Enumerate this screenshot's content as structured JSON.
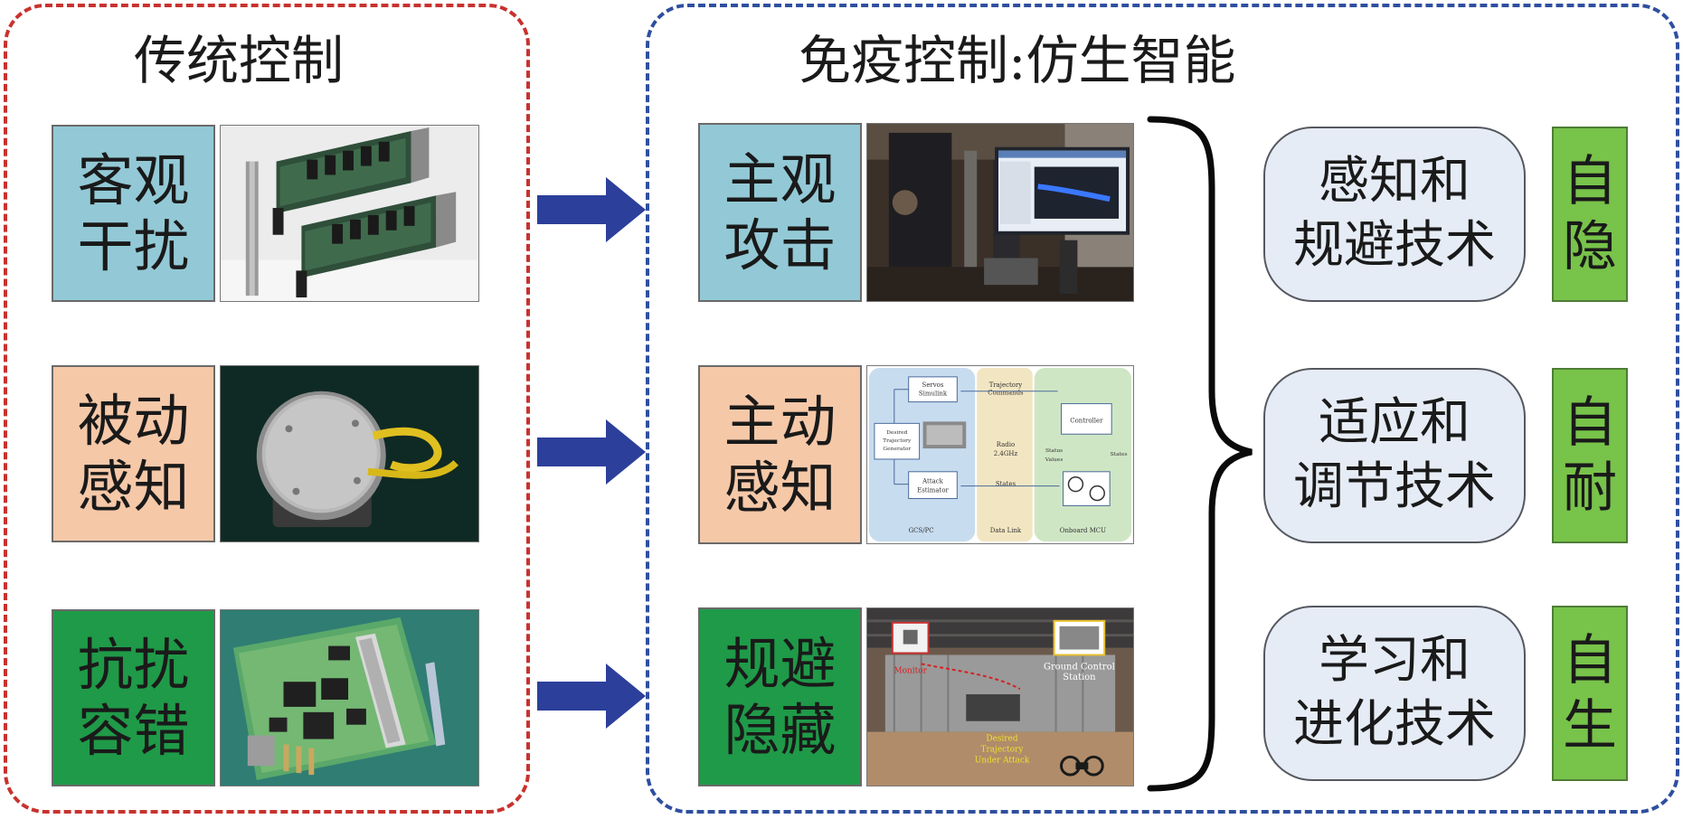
{
  "colors": {
    "left_border": "#c8322e",
    "right_border": "#2f4f9f",
    "label_blue": "#93c9d6",
    "label_peach": "#f5c8a8",
    "label_green": "#1f9a48",
    "arrow": "#2c3f9a",
    "tech_fill": "#e6ecf5",
    "auto_fill": "#78c34a"
  },
  "left": {
    "title": "传统控制",
    "rows": [
      {
        "label_line1": "客观",
        "label_line2": "干扰",
        "image": "circuit-boards-photo"
      },
      {
        "label_line1": "被动",
        "label_line2": "感知",
        "image": "sensor-device-photo"
      },
      {
        "label_line1": "抗扰",
        "label_line2": "容错",
        "image": "pcb-board-photo"
      }
    ]
  },
  "right": {
    "title": "免疫控制:仿生智能",
    "rows": [
      {
        "label_line1": "主观",
        "label_line2": "攻击",
        "image": "lab-computer-photo"
      },
      {
        "label_line1": "主动",
        "label_line2": "感知",
        "image": "system-block-diagram"
      },
      {
        "label_line1": "规避",
        "label_line2": "隐藏",
        "image": "drone-lab-photo"
      }
    ],
    "techs": [
      {
        "line1": "感知和",
        "line2": "规避技术",
        "auto1": "自",
        "auto2": "隐"
      },
      {
        "line1": "适应和",
        "line2": "调节技术",
        "auto1": "自",
        "auto2": "耐"
      },
      {
        "line1": "学习和",
        "line2": "进化技术",
        "auto1": "自",
        "auto2": "生"
      }
    ]
  },
  "diagram_block": {
    "servo": "Servos",
    "simulink": "Simulink",
    "trajectory": "Trajectory",
    "commands": "Commands",
    "controller": "Controller",
    "desired1": "Desired",
    "desired2": "Trajectory",
    "desired3": "Generator",
    "radio": "Radio",
    "ghz": "2.4GHz",
    "status": "Status",
    "values": "Values",
    "states_right": "States",
    "attack": "Attack",
    "estimator": "Estimator",
    "states": "States",
    "gcs": "GCS/PC",
    "datalink": "Data Link",
    "onboard": "Onboard MCU"
  },
  "drone_lab": {
    "monitor": "Monitor",
    "ground1": "Ground Control",
    "ground2": "Station",
    "desired": "Desired",
    "trajectory": "Trajectory",
    "under": "Under Attack"
  }
}
